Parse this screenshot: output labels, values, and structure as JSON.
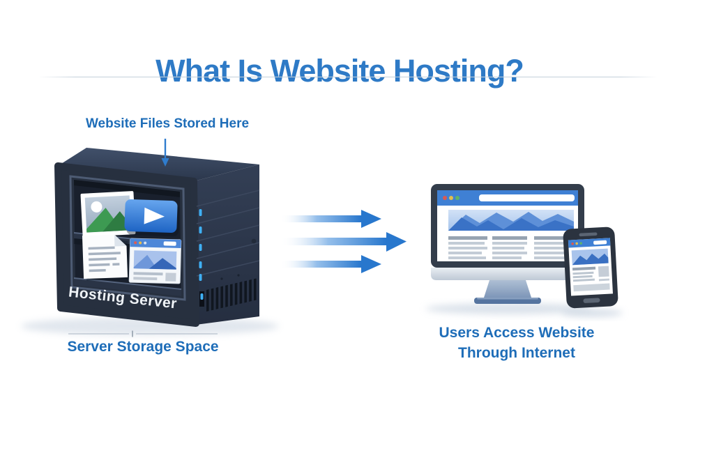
{
  "header": {
    "title": "What Is Website Hosting?"
  },
  "server_section": {
    "callout_label": "Website Files Stored Here",
    "server_label": "Hosting Server",
    "caption": "Server Storage Space",
    "stored_file_icons": [
      "photo-icon",
      "video-play-icon",
      "document-icon",
      "webpage-icon"
    ],
    "drive_led_count": 5
  },
  "flow": {
    "arrow_count": 3,
    "direction": "right"
  },
  "users_section": {
    "caption_line1": "Users Access Website",
    "caption_line2": "Through Internet",
    "devices": [
      "desktop-monitor",
      "smartphone"
    ]
  },
  "colors": {
    "title_blue": "#2e7ac6",
    "caption_blue": "#1e6db8",
    "arrow_blue": "#2877cd",
    "server_body": "#27303f",
    "led_blue": "#3fb0f4",
    "browser_bar_blue": "#3f80d4"
  }
}
